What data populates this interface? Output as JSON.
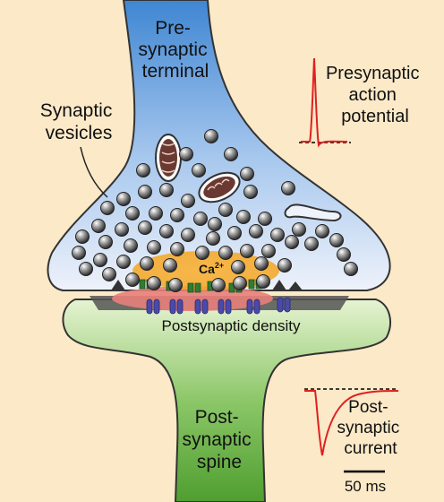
{
  "labels": {
    "presynaptic_terminal": [
      "Pre-",
      "synaptic",
      "terminal"
    ],
    "synaptic_vesicles": [
      "Synaptic",
      "vesicles"
    ],
    "presynaptic_action_potential": [
      "Presynaptic",
      "action",
      "potential"
    ],
    "calcium_base": "Ca",
    "calcium_charge": "2+",
    "postsynaptic_density": "Postsynaptic density",
    "postsynaptic_spine": [
      "Post-",
      "synaptic",
      "spine"
    ],
    "postsynaptic_current": [
      "Post-",
      "synaptic",
      "current"
    ],
    "scale_bar": "50 ms"
  },
  "colors": {
    "background": "#fbe9c8",
    "presynaptic_top": "#4a90d6",
    "presynaptic_bottom": "#e8eef8",
    "postsynaptic_top": "#dff0c8",
    "postsynaptic_bottom": "#5aa83a",
    "trace": "#e02020",
    "calcium_cloud": "#f5a623",
    "density": "#e8807a",
    "receptor": "#4a4aa8",
    "channel": "#2e7d32"
  }
}
